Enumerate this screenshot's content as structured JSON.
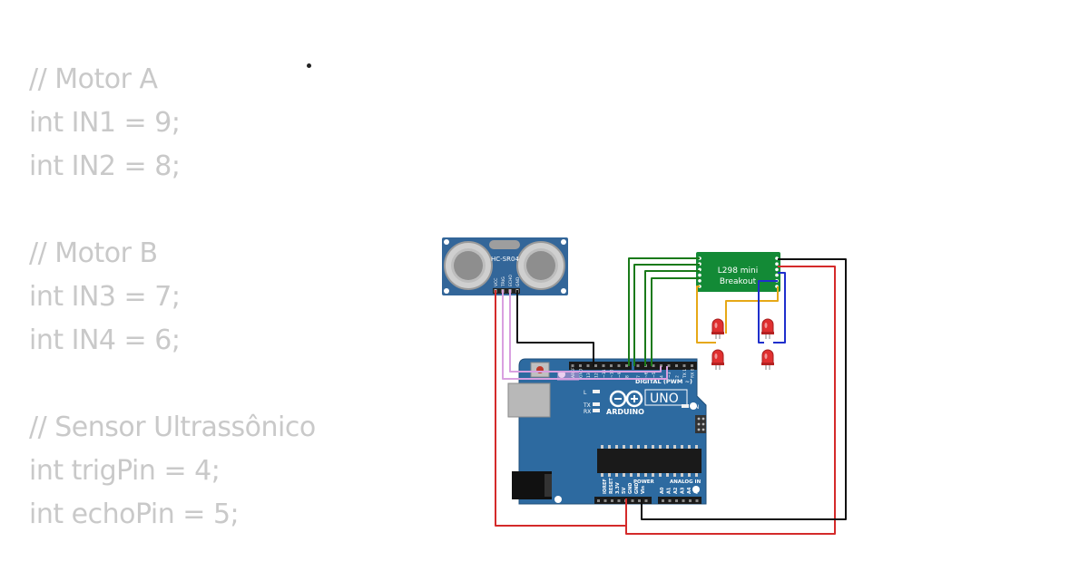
{
  "code": {
    "lines": [
      "// Motor A",
      "int IN1 = 9;",
      "int IN2 = 8;",
      "",
      "// Motor B",
      "int IN3 = 7;",
      "int IN4 = 6;",
      "",
      "// Sensor Ultrassônico",
      "int trigPin = 4;",
      "int echoPin = 5;"
    ]
  },
  "sensor": {
    "model": "HC-SR04",
    "pins": [
      "VCC",
      "TRIG",
      "ECHO",
      "GND"
    ]
  },
  "driver": {
    "line1": "L298 mini",
    "line2": "Breakout"
  },
  "arduino": {
    "brand": "ARDUINO",
    "model": "UNO",
    "digital_header": "DIGITAL (PWM ~)",
    "power_header": "POWER",
    "analog_header": "ANALOG IN",
    "on_label": "ON",
    "tx_label": "TX",
    "rx_label": "RX",
    "l_label": "L",
    "power_pins": [
      "IOREF",
      "RESET",
      "3.3V",
      "5V",
      "GND",
      "GND",
      "Vin"
    ],
    "analog_pins": [
      "A0",
      "A1",
      "A2",
      "A3",
      "A4",
      "A5"
    ],
    "digital_left": [
      "AREF",
      "GND",
      "13",
      "12",
      "~11",
      "~10",
      "~9",
      "8"
    ],
    "digital_right": [
      "7",
      "~6",
      "~5",
      "4",
      "~3",
      "2",
      "TX 1",
      "RX 0"
    ]
  },
  "colors": {
    "board": "#2d6aa0",
    "sensor": "#336699",
    "driver": "#138a36",
    "wire_red": "#d42a2a",
    "wire_black": "#111111",
    "wire_green": "#1a7a1a",
    "wire_blue": "#1f2fcc",
    "wire_yellow": "#e6a817",
    "wire_pink": "#d9a0e0",
    "led": "#e03030"
  }
}
